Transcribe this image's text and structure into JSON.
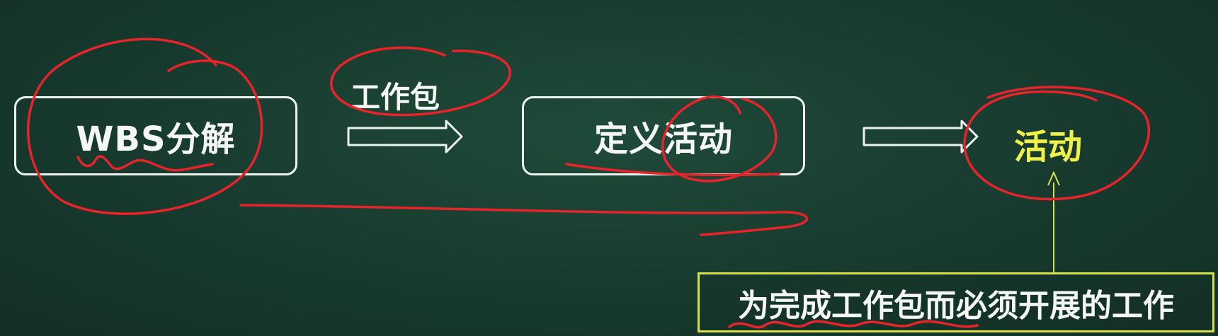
{
  "diagram": {
    "nodes": {
      "wbs": {
        "label": "WBS分解"
      },
      "define": {
        "label": "定义活动"
      },
      "activity": {
        "label": "活动"
      }
    },
    "edges": {
      "wbs_to_define": {
        "label": "工作包"
      }
    },
    "note": {
      "label": "为完成工作包而必须开展的工作"
    }
  },
  "colors": {
    "background": "#17392d",
    "box_border": "#eef3ef",
    "text": "#f4f7f4",
    "highlight_text": "#f0f04a",
    "note_border": "#d9e04a",
    "annotation": "#e8232a"
  }
}
